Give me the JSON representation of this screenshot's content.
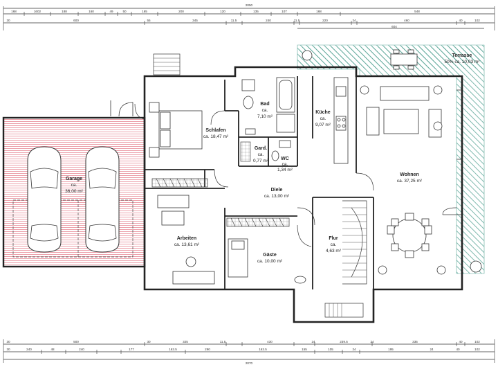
{
  "rooms": [
    {
      "key": "garage",
      "name": "Garage",
      "ca": "ca.",
      "area": "36,00 m²"
    },
    {
      "key": "schlafen",
      "name": "Schlafen",
      "ca": "ca.",
      "area": "18,47 m²"
    },
    {
      "key": "bad",
      "name": "Bad",
      "ca": "ca.",
      "area": "7,10 m²"
    },
    {
      "key": "kueche",
      "name": "Küche",
      "ca": "ca.",
      "area": "9,07 m²"
    },
    {
      "key": "gard",
      "name": "Gard.",
      "ca": "ca.",
      "area": "0,77 m²"
    },
    {
      "key": "wc",
      "name": "WC",
      "ca": "ca.",
      "area": "1,34 m²"
    },
    {
      "key": "wohnen",
      "name": "Wohnen",
      "ca": "ca.",
      "area": "37,25 m²"
    },
    {
      "key": "diele",
      "name": "Diele",
      "ca": "ca.",
      "area": "13,00 m²"
    },
    {
      "key": "arbeiten",
      "name": "Arbeiten",
      "ca": "ca.",
      "area": "13,61 m²"
    },
    {
      "key": "gaeste",
      "name": "Gäste",
      "ca": "ca.",
      "area": "10,00 m²"
    },
    {
      "key": "flur",
      "name": "Flur",
      "ca": "ca.",
      "area": "4,63 m²"
    }
  ],
  "terrasse": {
    "name": "Terrasse",
    "area": "50% ca. 10,03 m²"
  },
  "dims": {
    "top_total": "2050",
    "top_row2": [
      "168",
      "1602",
      "188",
      "160",
      "49",
      "50",
      "165",
      "200",
      "120",
      "135",
      "107",
      "168",
      "548"
    ],
    "top_row3": [
      "30",
      "600",
      "55",
      "345",
      "11.5",
      "240",
      "11.5",
      "220",
      "24",
      "460",
      "40",
      "102"
    ],
    "top_row4": "604",
    "bottom_row1": [
      "30",
      "500",
      "30",
      "325",
      "11.5",
      "430",
      "24",
      "239.5",
      "24",
      "335",
      "40",
      "102"
    ],
    "bottom_row2": [
      "30",
      "240",
      "48",
      "240",
      "177",
      "163.5",
      "290",
      "163.5",
      "155",
      "105",
      "24",
      "195",
      "24",
      "40",
      "102"
    ],
    "bottom_total": "2070"
  },
  "colors": {
    "hatch_red": "#e06070",
    "hatch_green": "#5fa89a",
    "wall": "#222222"
  }
}
